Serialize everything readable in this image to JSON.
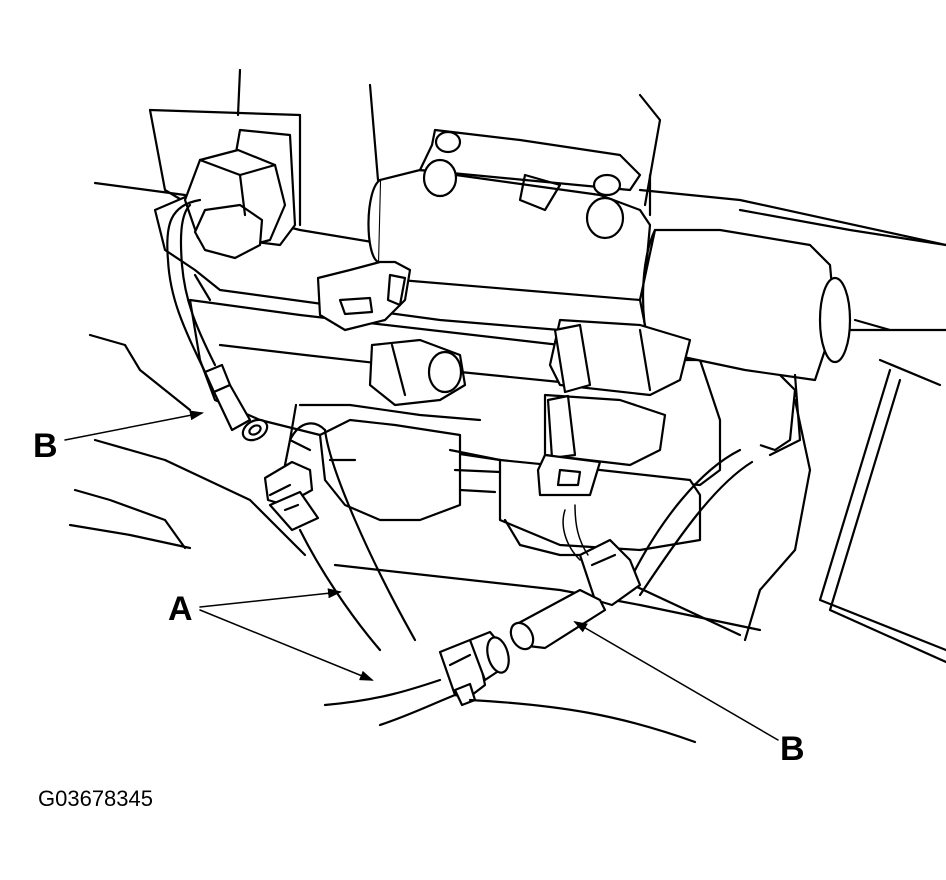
{
  "callouts": {
    "a": "A",
    "b_left": "B",
    "b_right": "B"
  },
  "figure_id": "G03678345"
}
